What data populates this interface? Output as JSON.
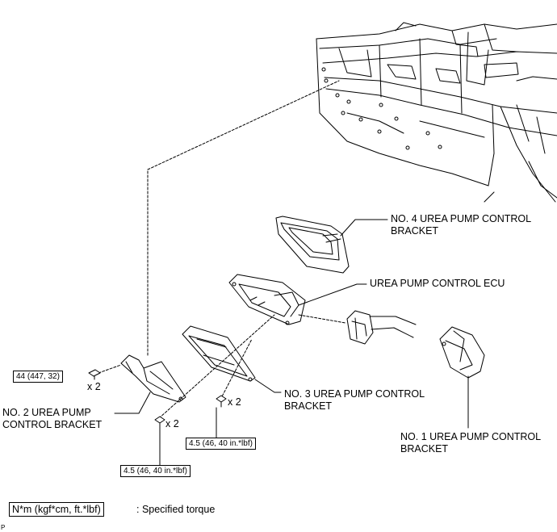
{
  "labels": {
    "bracket4": {
      "line1": "NO. 4 UREA PUMP CONTROL",
      "line2": "BRACKET"
    },
    "ecu": {
      "line1": "UREA PUMP CONTROL ECU"
    },
    "bracket3": {
      "line1": "NO. 3 UREA PUMP CONTROL",
      "line2": "BRACKET"
    },
    "bracket2": {
      "line1": "NO. 2 UREA PUMP",
      "line2": "CONTROL BRACKET"
    },
    "bracket1": {
      "line1": "NO. 1 UREA PUMP CONTROL",
      "line2": "BRACKET"
    }
  },
  "torques": {
    "left_bolt": "44 (447, 32)",
    "middle_bolt": "4.5 (46, 40 in.*lbf)",
    "right_bolt": "4.5 (46, 40 in.*lbf)"
  },
  "quantities": {
    "left_bolt": "x 2",
    "middle_bolt": "x 2",
    "right_bolt": "x 2"
  },
  "legend": {
    "unit": "N*m (kgf*cm, ft.*lbf)",
    "description": ": Specified torque"
  },
  "corner_mark": "P",
  "colors": {
    "line": "#000000",
    "background": "#ffffff"
  }
}
